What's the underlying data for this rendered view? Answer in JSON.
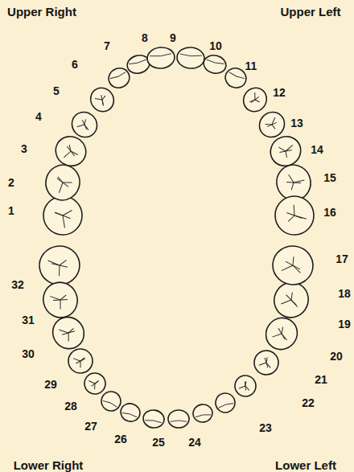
{
  "diagram": {
    "labels": [
      "Upper Right",
      "Upper Left",
      "1",
      "2",
      "3",
      "4",
      "5",
      "6",
      "7",
      "8",
      "9",
      "10",
      "11",
      "12",
      "13",
      "14",
      "15",
      "16",
      "17",
      "18",
      "19",
      "20",
      "21",
      "22",
      "23",
      "24",
      "25",
      "26",
      "27",
      "28",
      "29",
      "30",
      "31",
      "32",
      "Lower Right",
      "Lower Left"
    ]
  }
}
